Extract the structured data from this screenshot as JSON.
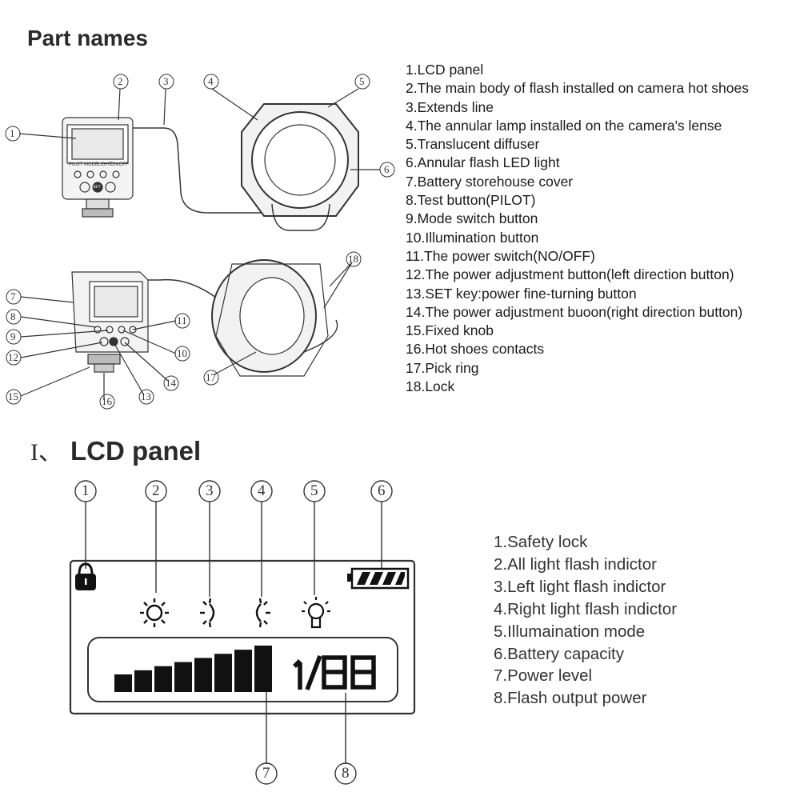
{
  "section1": {
    "title": "Part names",
    "parts": [
      "1.LCD panel",
      "2.The main body of flash installed on camera hot shoes",
      "3.Extends line",
      "4.The annular lamp installed on the camera's lense",
      "5.Translucent diffuser",
      "6.Annular flash LED light",
      "7.Battery storehouse cover",
      "8.Test button(PILOT)",
      "9.Mode switch button",
      "10.Illumination button",
      "11.The power switch(NO/OFF)",
      "12.The power adjustment button(left direction button)",
      "13.SET key:power fine-turning button",
      "14.The power adjustment buoon(right direction button)",
      "15.Fixed knob",
      "16.Hot shoes contacts",
      "17.Pick ring",
      "18.Lock"
    ],
    "unit_labels": {
      "pilot": "PILOT",
      "mode": "MODE",
      "light": "LIGHT",
      "onoff": "ON/OFF",
      "set": "SET"
    },
    "callouts_top": [
      "1",
      "2",
      "3",
      "4",
      "5",
      "6"
    ],
    "callouts_bottom": [
      "7",
      "8",
      "9",
      "11",
      "12",
      "10",
      "13",
      "14",
      "15",
      "16",
      "17",
      "18"
    ]
  },
  "section2": {
    "roman": "I、",
    "title": "LCD panel",
    "items": [
      "1.Safety lock",
      "2.All light flash indictor",
      "3.Left light flash indictor",
      "4.Right light flash indictor",
      "5.Illumaination mode",
      "6.Battery capacity",
      "7.Power level",
      "8.Flash output power"
    ],
    "display_value": "1/88",
    "power_level_bars": 8,
    "callouts": [
      "1",
      "2",
      "3",
      "4",
      "5",
      "6",
      "7",
      "8"
    ]
  }
}
